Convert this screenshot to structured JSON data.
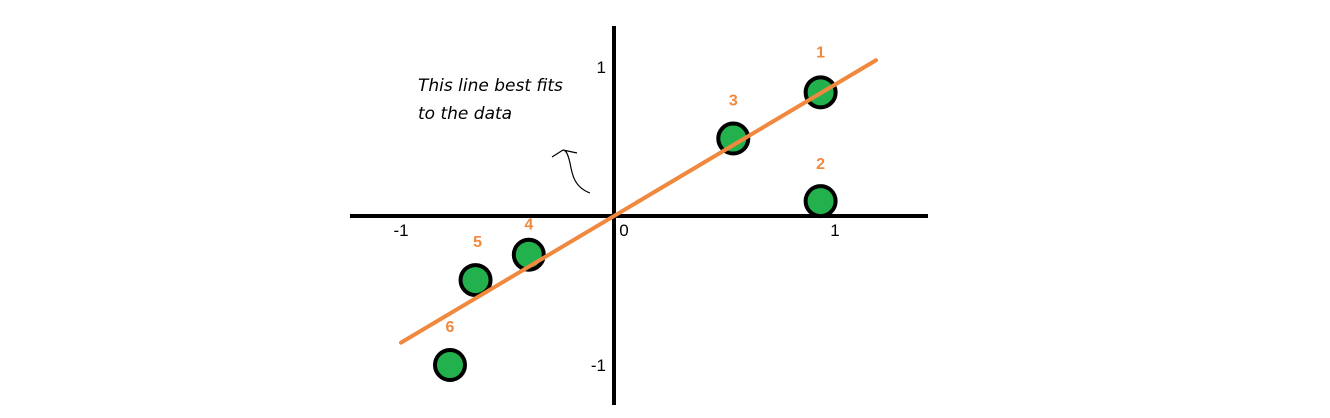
{
  "chart_data": {
    "type": "scatter",
    "xlim": [
      -1.2,
      1.45
    ],
    "ylim": [
      -1.25,
      1.2
    ],
    "x_ticks": [
      {
        "value": -1,
        "label": "-1"
      },
      {
        "value": 0,
        "label": "0"
      },
      {
        "value": 1,
        "label": "1"
      }
    ],
    "y_ticks": [
      {
        "value": 1,
        "label": "1"
      },
      {
        "value": -1,
        "label": "-1"
      }
    ],
    "points": [
      {
        "label": "1",
        "x": 0.97,
        "y": 0.83
      },
      {
        "label": "2",
        "x": 0.97,
        "y": 0.1
      },
      {
        "label": "3",
        "x": 0.56,
        "y": 0.52
      },
      {
        "label": "4",
        "x": -0.4,
        "y": -0.26
      },
      {
        "label": "5",
        "x": -0.65,
        "y": -0.43
      },
      {
        "label": "6",
        "x": -0.77,
        "y": -1.0
      }
    ],
    "fit_line": {
      "slope": 0.85,
      "intercept": 0.0,
      "x_range": [
        -1.0,
        1.23
      ]
    },
    "annotation": {
      "lines": [
        "This line best fits",
        "to the data"
      ]
    },
    "grid": false,
    "colors": {
      "axis": "#000000",
      "point_fill": "#22b14c",
      "point_stroke": "#000000",
      "fit_line": "#f0883e",
      "point_label": "#f0883e"
    }
  }
}
